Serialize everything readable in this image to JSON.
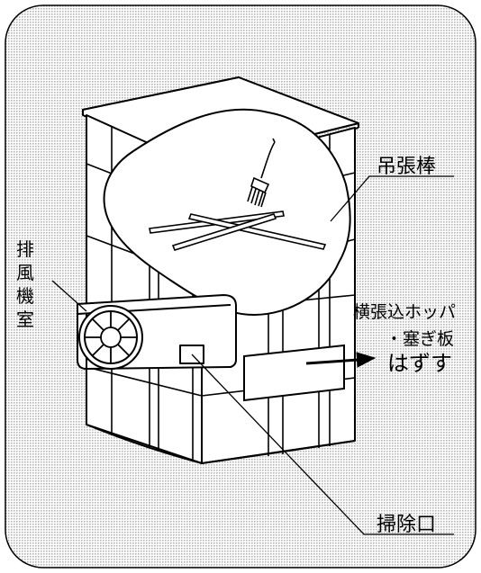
{
  "labels": {
    "tsuribari": "吊張棒",
    "haiki_line1": "排",
    "haiki_line2": "風",
    "haiki_line3": "機",
    "haiki_line4": "室",
    "hopper_line1": "横張込ホッパ",
    "hopper_line2": "・塞ぎ板",
    "hopper_line3": "はずす",
    "souji": "掃除口"
  },
  "colors": {
    "background_dot": "#b5b5b5",
    "ink": "#000000",
    "paper": "#ffffff"
  },
  "icons": {
    "fan": "exhaust-fan-icon",
    "arrow": "right-arrow-icon"
  }
}
